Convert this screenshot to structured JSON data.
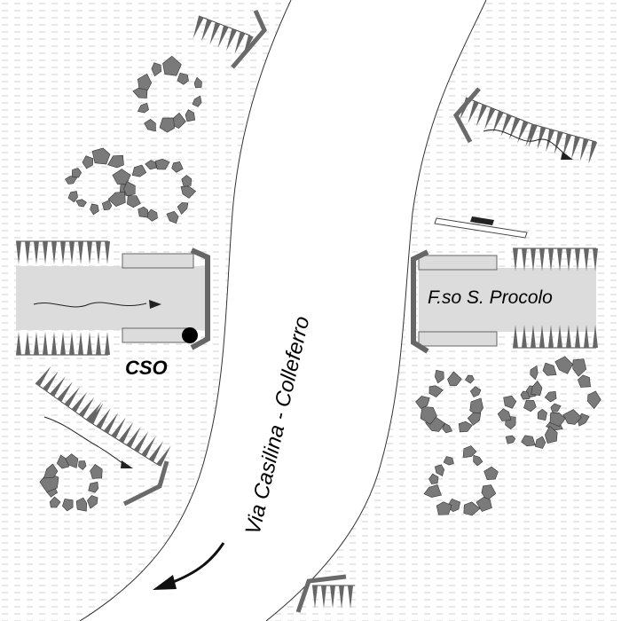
{
  "map": {
    "labels": {
      "cso": "CSO",
      "channel": "F.so S. Procolo",
      "road": "Via Casilina - Colleferro"
    },
    "colors": {
      "channel_fill": "#dcdcdc",
      "foliage": "#7a7a7a",
      "wall": "#6a6a6a",
      "hatch": "#bdbdbd",
      "line": "#222222"
    },
    "icons": {
      "outfall": "cso-outfall-dot",
      "flow": "flow-arrow",
      "road_direction": "road-direction-arrow",
      "trees": "tree-clusters",
      "embankment": "embankment-slope",
      "pipe": "pipe-bar"
    }
  }
}
